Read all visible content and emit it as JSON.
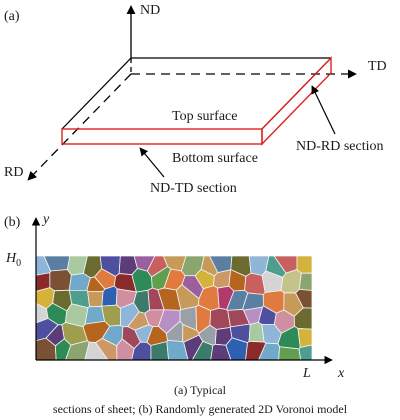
{
  "panel_a": {
    "label": "(a)",
    "axes": {
      "nd": "ND",
      "td": "TD",
      "rd": "RD"
    },
    "annotations": {
      "top_surface": "Top surface",
      "bottom_surface": "Bottom surface",
      "nd_rd_section": "ND-RD section",
      "nd_td_section": "ND-TD section"
    },
    "colors": {
      "section_outline": "#e02020",
      "edges": "#000000"
    }
  },
  "panel_b": {
    "label": "(b)",
    "y_axis": "y",
    "x_axis": "x",
    "h0_base": "H",
    "h0_sub": "0",
    "l_label": "L",
    "palette": [
      "#5b7fa3",
      "#9c5f9e",
      "#c79a5a",
      "#8aa56e",
      "#c96060",
      "#4e9e8f",
      "#d5b33a",
      "#7a5233",
      "#2f5fb0",
      "#b03a6a",
      "#9aa0a8",
      "#5f9f4f",
      "#e07a3f",
      "#70a9c9",
      "#a0485a",
      "#c4c48a",
      "#3c7a6b",
      "#b88fc4",
      "#6b6b2f",
      "#d08fa0",
      "#8b2a2a",
      "#4f4f9f",
      "#a9c9a0",
      "#2e8b57",
      "#cc9966",
      "#9e9e4e",
      "#5c3d7a",
      "#d4d4d4",
      "#8fb6d9",
      "#b5651d"
    ]
  },
  "caption": {
    "line1": "(a) Typical",
    "line2": "sections of sheet; (b) Randomly generated 2D Voronoi model"
  }
}
